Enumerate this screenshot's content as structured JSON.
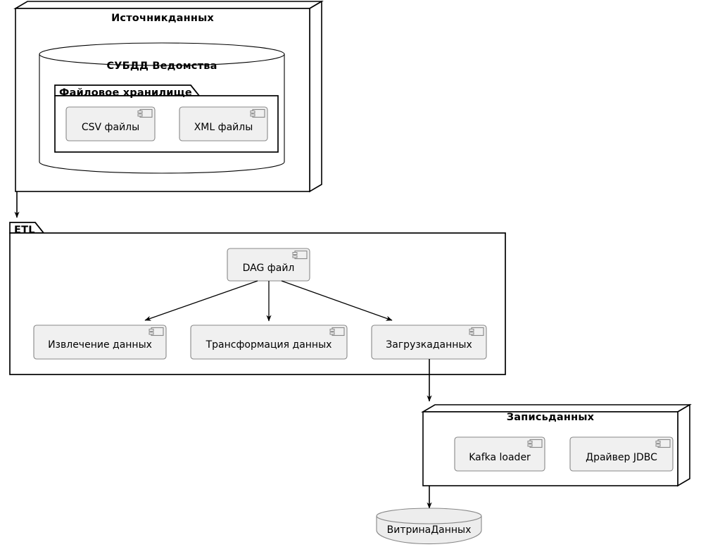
{
  "diagram": {
    "type": "uml-deployment-component-diagram",
    "background": "#ffffff",
    "stroke": "#000000",
    "component_fill": "#f0f0f0",
    "component_stroke": "#888888",
    "cylinder_small_fill": "#ededed"
  },
  "nodes": {
    "source": {
      "title": "Источникданных",
      "database": {
        "title": "СУБДД Ведомства",
        "package": {
          "title": "Файловое хранилище",
          "components": [
            {
              "label": "CSV файлы",
              "icon": "component-icon"
            },
            {
              "label": "XML файлы",
              "icon": "component-icon"
            }
          ]
        }
      }
    },
    "etl": {
      "title": "ETL",
      "components": [
        {
          "label": "DAG файл",
          "icon": "component-icon"
        },
        {
          "label": "Извлечение данных",
          "icon": "component-icon"
        },
        {
          "label": "Трансформация данных",
          "icon": "component-icon"
        },
        {
          "label": "Загрузкаданных",
          "icon": "component-icon"
        }
      ]
    },
    "write": {
      "title": "Записьданных",
      "components": [
        {
          "label": "Kafka loader",
          "icon": "component-icon"
        },
        {
          "label": "Драйвер JDBC",
          "icon": "component-icon"
        }
      ]
    },
    "datamart": {
      "title": "ВитринаДанных"
    }
  },
  "edges": [
    {
      "name": "source-to-etl",
      "from": "Источникданных",
      "to": "ETL"
    },
    {
      "name": "dag-to-extract",
      "from": "DAG файл",
      "to": "Извлечение данных"
    },
    {
      "name": "dag-to-transform",
      "from": "DAG файл",
      "to": "Трансформация данных"
    },
    {
      "name": "dag-to-load",
      "from": "DAG файл",
      "to": "Загрузкаданных"
    },
    {
      "name": "load-to-write",
      "from": "Загрузкаданных",
      "to": "Записьданных"
    },
    {
      "name": "write-to-datamart",
      "from": "Записьданных",
      "to": "ВитринаДанных"
    }
  ]
}
